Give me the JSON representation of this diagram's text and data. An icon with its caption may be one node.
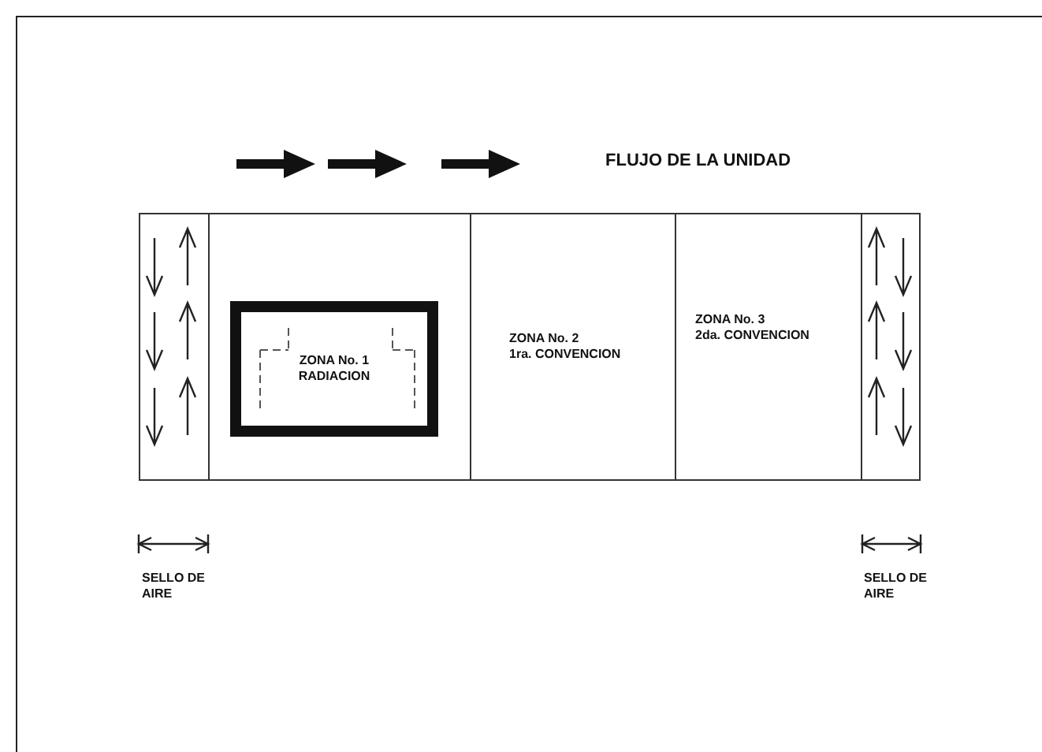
{
  "diagram": {
    "nodes": [
      {
        "text": [],
        "shape": "box"
      },
      {
        "text": [],
        "shape": "box"
      },
      {
        "text": [
          "ZONA No. 1",
          "RADIACION"
        ],
        "in": 1
      },
      {
        "text": [
          "ZONA No. 2",
          "1ra. CONVENCION"
        ]
      },
      {
        "text": [
          "ZONA No. 3",
          "2da. CONVENCION"
        ]
      },
      {
        "text": [],
        "shape": "box"
      }
    ],
    "labels": [
      "FLUJO DE LA UNIDAD",
      "SELLO DE AIRE",
      "SELLO DE AIRE"
    ]
  }
}
